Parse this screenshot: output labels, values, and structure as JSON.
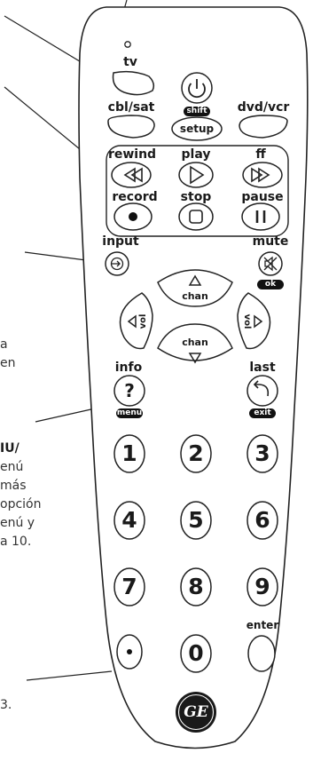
{
  "remote": {
    "labels": {
      "tv": "tv",
      "cbl_sat": "cbl/sat",
      "dvd_vcr": "dvd/vcr",
      "shift": "shift",
      "setup": "setup",
      "rewind": "rewind",
      "play": "play",
      "ff": "ff",
      "record": "record",
      "stop": "stop",
      "pause": "pause",
      "input": "input",
      "mute": "mute",
      "ok": "ok",
      "chan_up": "chan",
      "chan_down": "chan",
      "vol_left": "vol",
      "vol_right": "vol",
      "info": "info",
      "last": "last",
      "menu": "menu",
      "exit": "exit",
      "enter": "enter",
      "question": "?"
    },
    "digits": [
      "1",
      "2",
      "3",
      "4",
      "5",
      "6",
      "7",
      "8",
      "9",
      "0"
    ],
    "brand": "GE"
  },
  "side_text": {
    "line_a1": "a",
    "line_a2": "en",
    "line_b1": "IU/",
    "line_b2": "enú",
    "line_b3": "más",
    "line_b4": "opción",
    "line_b5": "enú y",
    "line_b6": "a 10.",
    "line_c1": "3."
  }
}
